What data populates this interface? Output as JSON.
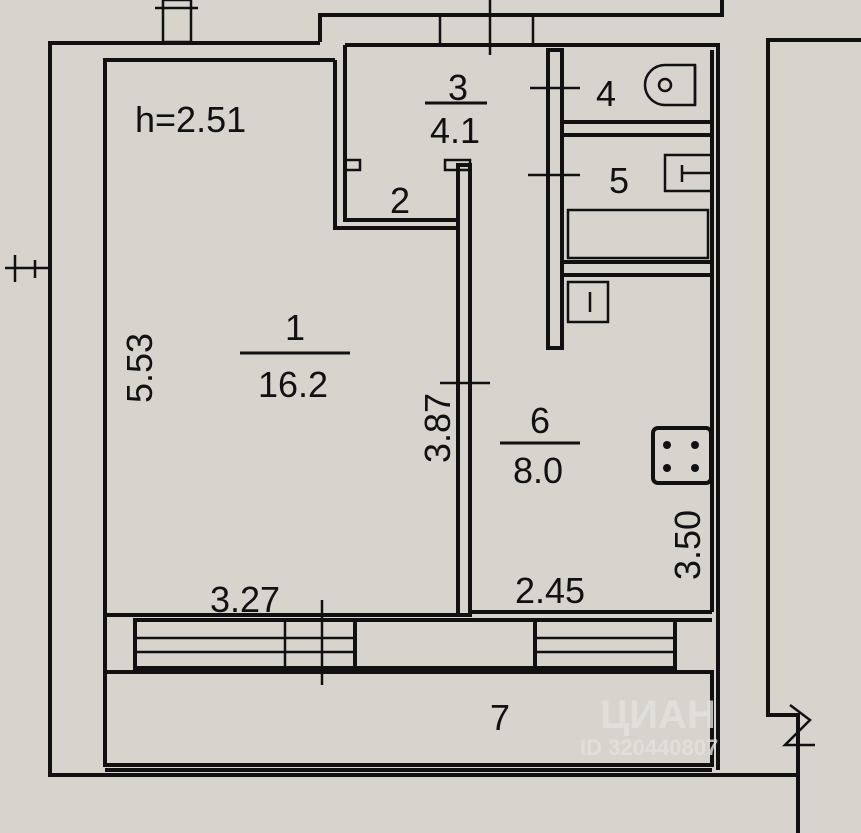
{
  "ceiling_height": "h=2.51",
  "rooms": [
    {
      "number": "1",
      "area": "16.2"
    },
    {
      "number": "2"
    },
    {
      "number": "3",
      "area": "4.1"
    },
    {
      "number": "4"
    },
    {
      "number": "5"
    },
    {
      "number": "6",
      "area": "8.0"
    },
    {
      "number": "7"
    }
  ],
  "dimensions": {
    "room1_height": "5.53",
    "room1_width": "3.27",
    "partition_length": "3.87",
    "room6_width": "2.45",
    "room6_height": "3.50"
  },
  "watermark": {
    "brand": "ЦИАН",
    "id": "ID 320440807"
  }
}
